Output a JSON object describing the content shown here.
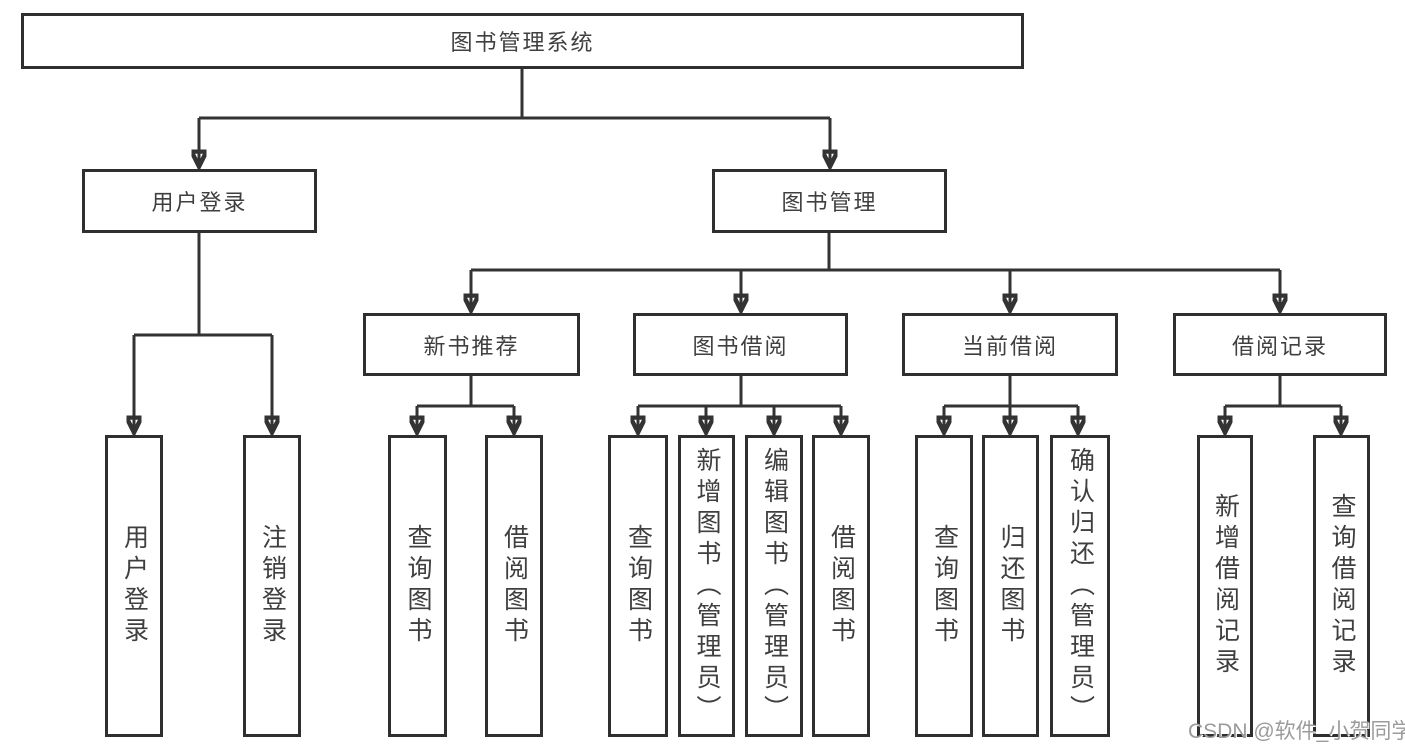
{
  "title": "图书管理系统",
  "watermark": "CSDN @软件_小贺同学",
  "level2": [
    {
      "label": "用户登录"
    },
    {
      "label": "图书管理"
    }
  ],
  "level3": [
    {
      "label": "新书推荐",
      "parent": "图书管理"
    },
    {
      "label": "图书借阅",
      "parent": "图书管理"
    },
    {
      "label": "当前借阅",
      "parent": "图书管理"
    },
    {
      "label": "借阅记录",
      "parent": "图书管理"
    }
  ],
  "leaves": [
    {
      "label": "用户登录",
      "parent": "用户登录"
    },
    {
      "label": "注销登录",
      "parent": "用户登录"
    },
    {
      "label": "查询图书",
      "parent": "新书推荐"
    },
    {
      "label": "借阅图书",
      "parent": "新书推荐"
    },
    {
      "label": "查询图书",
      "parent": "图书借阅"
    },
    {
      "label": "新增图书（管理员）",
      "parent": "图书借阅"
    },
    {
      "label": "编辑图书（管理员）",
      "parent": "图书借阅"
    },
    {
      "label": "借阅图书",
      "parent": "图书借阅"
    },
    {
      "label": "查询图书",
      "parent": "当前借阅"
    },
    {
      "label": "归还图书",
      "parent": "当前借阅"
    },
    {
      "label": "确认归还（管理员）",
      "parent": "当前借阅"
    },
    {
      "label": "新增借阅记录",
      "parent": "借阅记录"
    },
    {
      "label": "查询借阅记录",
      "parent": "借阅记录"
    }
  ],
  "colors": {
    "line": "#333333",
    "border": "#2f2f2f",
    "text": "#3f3f3f",
    "watermark": "#9b9b9b"
  }
}
